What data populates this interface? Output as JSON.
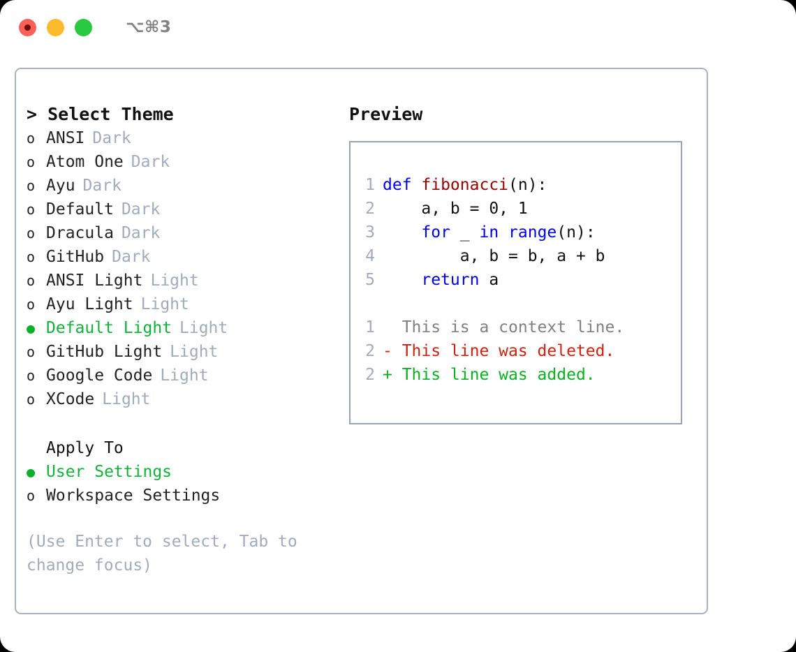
{
  "window": {
    "traffic_lights": [
      "close",
      "minimize",
      "maximize"
    ],
    "shortcut": "⌥⌘3",
    "colors": {
      "close": "#fc6058",
      "minimize": "#fcbb2c",
      "maximize": "#28c840",
      "accent_green": "#13b13a",
      "muted": "#a2abbb",
      "border": "#a8b1bf"
    }
  },
  "theme_picker": {
    "title": "> Select Theme",
    "items": [
      {
        "marker": "o",
        "label": "ANSI",
        "category": "Dark",
        "selected": false
      },
      {
        "marker": "o",
        "label": "Atom One",
        "category": "Dark",
        "selected": false
      },
      {
        "marker": "o",
        "label": "Ayu",
        "category": "Dark",
        "selected": false
      },
      {
        "marker": "o",
        "label": "Default",
        "category": "Dark",
        "selected": false
      },
      {
        "marker": "o",
        "label": "Dracula",
        "category": "Dark",
        "selected": false
      },
      {
        "marker": "o",
        "label": "GitHub",
        "category": "Dark",
        "selected": false
      },
      {
        "marker": "o",
        "label": "ANSI Light",
        "category": "Light",
        "selected": false
      },
      {
        "marker": "o",
        "label": "Ayu Light",
        "category": "Light",
        "selected": false
      },
      {
        "marker": "●",
        "label": "Default Light",
        "category": "Light",
        "selected": true
      },
      {
        "marker": "o",
        "label": "GitHub Light",
        "category": "Light",
        "selected": false
      },
      {
        "marker": "o",
        "label": "Google Code",
        "category": "Light",
        "selected": false
      },
      {
        "marker": "o",
        "label": "XCode",
        "category": "Light",
        "selected": false
      }
    ]
  },
  "apply_to": {
    "title": "Apply To",
    "items": [
      {
        "marker": "●",
        "label": "User Settings",
        "selected": true
      },
      {
        "marker": "o",
        "label": "Workspace Settings",
        "selected": false
      }
    ]
  },
  "hint": "(Use Enter to select, Tab to change focus)",
  "preview": {
    "title": "Preview",
    "code_lines": [
      {
        "no": "1",
        "tokens": [
          {
            "text": "def ",
            "type": "keyword"
          },
          {
            "text": "fibonacci",
            "type": "function"
          },
          {
            "text": "(n):",
            "type": "plain"
          }
        ]
      },
      {
        "no": "2",
        "tokens": [
          {
            "text": "    a, b = 0, 1",
            "type": "plain"
          }
        ]
      },
      {
        "no": "3",
        "tokens": [
          {
            "text": "    ",
            "type": "plain"
          },
          {
            "text": "for",
            "type": "keyword"
          },
          {
            "text": " _ ",
            "type": "plain"
          },
          {
            "text": "in",
            "type": "keyword"
          },
          {
            "text": " ",
            "type": "plain"
          },
          {
            "text": "range",
            "type": "keyword"
          },
          {
            "text": "(n):",
            "type": "plain"
          }
        ]
      },
      {
        "no": "4",
        "tokens": [
          {
            "text": "        a, b = b, a + b",
            "type": "plain"
          }
        ]
      },
      {
        "no": "5",
        "tokens": [
          {
            "text": "    ",
            "type": "plain"
          },
          {
            "text": "return",
            "type": "keyword"
          },
          {
            "text": " a",
            "type": "plain"
          }
        ]
      }
    ],
    "diff_lines": [
      {
        "no": "1",
        "text": "  This is a context line.",
        "type": "context"
      },
      {
        "no": "2",
        "text": "- This line was deleted.",
        "type": "deleted"
      },
      {
        "no": "2",
        "text": "+ This line was added.",
        "type": "added"
      }
    ]
  }
}
